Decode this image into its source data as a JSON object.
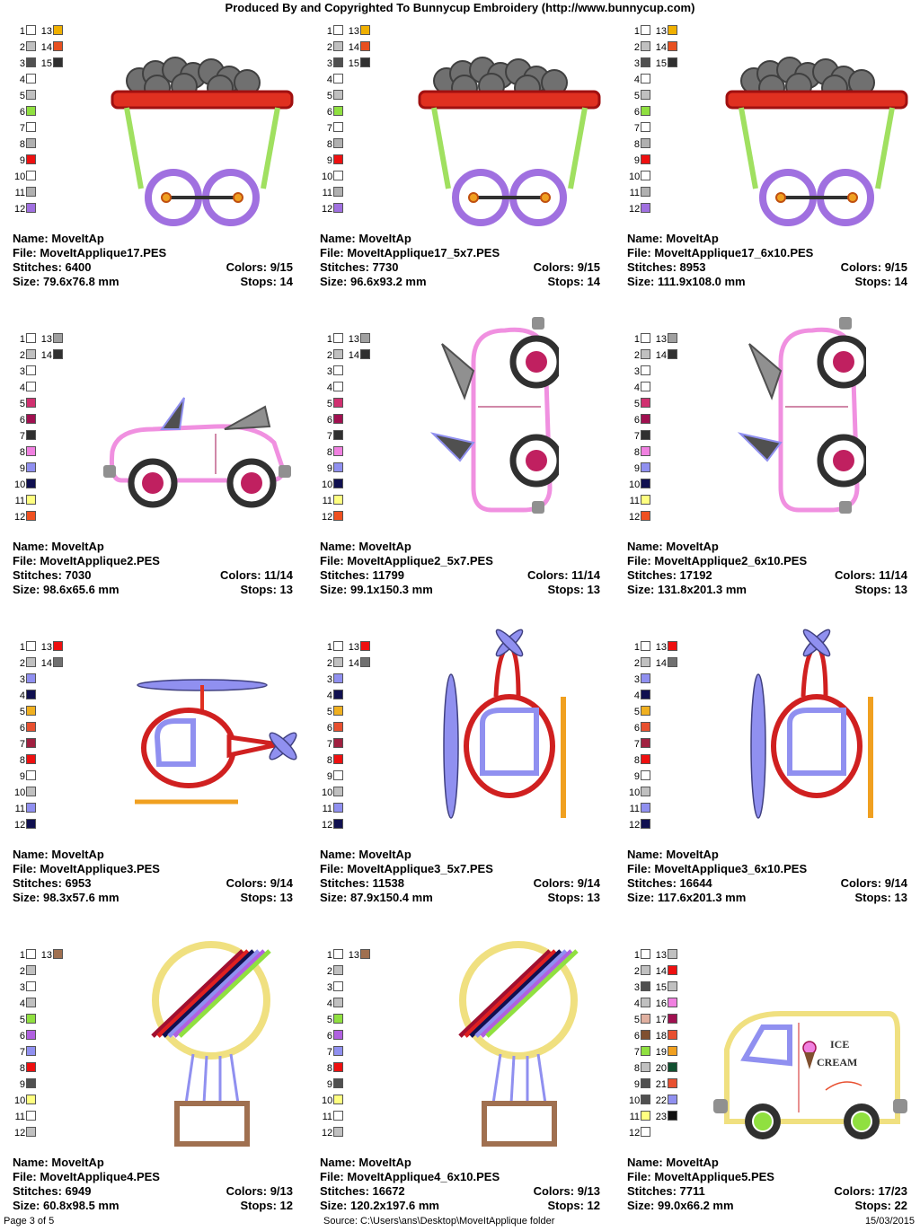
{
  "header": "Produced By and Copyrighted To Bunnycup Embroidery (http://www.bunnycup.com)",
  "labels": {
    "name": "Name:",
    "file": "File:",
    "stitches": "Stitches:",
    "size": "Size:",
    "colors": "Colors:",
    "stops": "Stops:"
  },
  "designs": [
    {
      "name": "MoveItAp",
      "file": "MoveItApplique17.PES",
      "stitches": "6400",
      "size": "79.6x76.8 mm",
      "colors": "9/15",
      "stops": "14",
      "art": "wagon",
      "swatches": [
        [
          "1",
          "#ffffff",
          "13",
          "#f0b000"
        ],
        [
          "2",
          "#c0c0c0",
          "14",
          "#e85020"
        ],
        [
          "3",
          "#505050",
          "15",
          "#303030"
        ],
        [
          "4",
          "#ffffff"
        ],
        [
          "5",
          "#c0c0c0"
        ],
        [
          "6",
          "#90e040"
        ],
        [
          "7",
          "#ffffff"
        ],
        [
          "8",
          "#b0b0b0"
        ],
        [
          "9",
          "#ee1010"
        ],
        [
          "10",
          "#ffffff"
        ],
        [
          "11",
          "#b0b0b0"
        ],
        [
          "12",
          "#a070e0"
        ]
      ]
    },
    {
      "name": "MoveItAp",
      "file": "MoveItApplique17_5x7.PES",
      "stitches": "7730",
      "size": "96.6x93.2 mm",
      "colors": "9/15",
      "stops": "14",
      "art": "wagon",
      "swatches": [
        [
          "1",
          "#ffffff",
          "13",
          "#f0b000"
        ],
        [
          "2",
          "#c0c0c0",
          "14",
          "#e85020"
        ],
        [
          "3",
          "#505050",
          "15",
          "#303030"
        ],
        [
          "4",
          "#ffffff"
        ],
        [
          "5",
          "#c0c0c0"
        ],
        [
          "6",
          "#90e040"
        ],
        [
          "7",
          "#ffffff"
        ],
        [
          "8",
          "#b0b0b0"
        ],
        [
          "9",
          "#ee1010"
        ],
        [
          "10",
          "#ffffff"
        ],
        [
          "11",
          "#b0b0b0"
        ],
        [
          "12",
          "#a070e0"
        ]
      ]
    },
    {
      "name": "MoveItAp",
      "file": "MoveItApplique17_6x10.PES",
      "stitches": "8953",
      "size": "111.9x108.0 mm",
      "colors": "9/15",
      "stops": "14",
      "art": "wagon",
      "swatches": [
        [
          "1",
          "#ffffff",
          "13",
          "#f0b000"
        ],
        [
          "2",
          "#c0c0c0",
          "14",
          "#e85020"
        ],
        [
          "3",
          "#505050",
          "15",
          "#303030"
        ],
        [
          "4",
          "#ffffff"
        ],
        [
          "5",
          "#c0c0c0"
        ],
        [
          "6",
          "#90e040"
        ],
        [
          "7",
          "#ffffff"
        ],
        [
          "8",
          "#b0b0b0"
        ],
        [
          "9",
          "#ee1010"
        ],
        [
          "10",
          "#ffffff"
        ],
        [
          "11",
          "#b0b0b0"
        ],
        [
          "12",
          "#a070e0"
        ]
      ]
    },
    {
      "name": "MoveItAp",
      "file": "MoveItApplique2.PES",
      "stitches": "7030",
      "size": "98.6x65.6 mm",
      "colors": "11/14",
      "stops": "13",
      "art": "car",
      "swatches": [
        [
          "1",
          "#ffffff",
          "13",
          "#a0a0a0"
        ],
        [
          "2",
          "#c0c0c0",
          "14",
          "#303030"
        ],
        [
          "3",
          "#ffffff"
        ],
        [
          "4",
          "#ffffff"
        ],
        [
          "5",
          "#d03070"
        ],
        [
          "6",
          "#a01050"
        ],
        [
          "7",
          "#303030"
        ],
        [
          "8",
          "#f080e0"
        ],
        [
          "9",
          "#9090f0"
        ],
        [
          "10",
          "#101050"
        ],
        [
          "11",
          "#ffff80"
        ],
        [
          "12",
          "#f05020"
        ]
      ]
    },
    {
      "name": "MoveItAp",
      "file": "MoveItApplique2_5x7.PES",
      "stitches": "11799",
      "size": "99.1x150.3 mm",
      "colors": "11/14",
      "stops": "13",
      "art": "carV",
      "swatches": [
        [
          "1",
          "#ffffff",
          "13",
          "#a0a0a0"
        ],
        [
          "2",
          "#c0c0c0",
          "14",
          "#303030"
        ],
        [
          "3",
          "#ffffff"
        ],
        [
          "4",
          "#ffffff"
        ],
        [
          "5",
          "#d03070"
        ],
        [
          "6",
          "#a01050"
        ],
        [
          "7",
          "#303030"
        ],
        [
          "8",
          "#f080e0"
        ],
        [
          "9",
          "#9090f0"
        ],
        [
          "10",
          "#101050"
        ],
        [
          "11",
          "#ffff80"
        ],
        [
          "12",
          "#f05020"
        ]
      ]
    },
    {
      "name": "MoveItAp",
      "file": "MoveItApplique2_6x10.PES",
      "stitches": "17192",
      "size": "131.8x201.3 mm",
      "colors": "11/14",
      "stops": "13",
      "art": "carV",
      "swatches": [
        [
          "1",
          "#ffffff",
          "13",
          "#a0a0a0"
        ],
        [
          "2",
          "#c0c0c0",
          "14",
          "#303030"
        ],
        [
          "3",
          "#ffffff"
        ],
        [
          "4",
          "#ffffff"
        ],
        [
          "5",
          "#d03070"
        ],
        [
          "6",
          "#a01050"
        ],
        [
          "7",
          "#303030"
        ],
        [
          "8",
          "#f080e0"
        ],
        [
          "9",
          "#9090f0"
        ],
        [
          "10",
          "#101050"
        ],
        [
          "11",
          "#ffff80"
        ],
        [
          "12",
          "#f05020"
        ]
      ]
    },
    {
      "name": "MoveItAp",
      "file": "MoveItApplique3.PES",
      "stitches": "6953",
      "size": "98.3x57.6 mm",
      "colors": "9/14",
      "stops": "13",
      "art": "heli",
      "swatches": [
        [
          "1",
          "#ffffff",
          "13",
          "#ee1010"
        ],
        [
          "2",
          "#c0c0c0",
          "14",
          "#707070"
        ],
        [
          "3",
          "#9090f0"
        ],
        [
          "4",
          "#101050"
        ],
        [
          "5",
          "#f0b020"
        ],
        [
          "6",
          "#e85030"
        ],
        [
          "7",
          "#a02040"
        ],
        [
          "8",
          "#ee1010"
        ],
        [
          "9",
          "#ffffff"
        ],
        [
          "10",
          "#c0c0c0"
        ],
        [
          "11",
          "#9090f0"
        ],
        [
          "12",
          "#101050"
        ]
      ]
    },
    {
      "name": "MoveItAp",
      "file": "MoveItApplique3_5x7.PES",
      "stitches": "11538",
      "size": "87.9x150.4 mm",
      "colors": "9/14",
      "stops": "13",
      "art": "heliV",
      "swatches": [
        [
          "1",
          "#ffffff",
          "13",
          "#ee1010"
        ],
        [
          "2",
          "#c0c0c0",
          "14",
          "#707070"
        ],
        [
          "3",
          "#9090f0"
        ],
        [
          "4",
          "#101050"
        ],
        [
          "5",
          "#f0b020"
        ],
        [
          "6",
          "#e85030"
        ],
        [
          "7",
          "#a02040"
        ],
        [
          "8",
          "#ee1010"
        ],
        [
          "9",
          "#ffffff"
        ],
        [
          "10",
          "#c0c0c0"
        ],
        [
          "11",
          "#9090f0"
        ],
        [
          "12",
          "#101050"
        ]
      ]
    },
    {
      "name": "MoveItAp",
      "file": "MoveItApplique3_6x10.PES",
      "stitches": "16644",
      "size": "117.6x201.3 mm",
      "colors": "9/14",
      "stops": "13",
      "art": "heliV",
      "swatches": [
        [
          "1",
          "#ffffff",
          "13",
          "#ee1010"
        ],
        [
          "2",
          "#c0c0c0",
          "14",
          "#707070"
        ],
        [
          "3",
          "#9090f0"
        ],
        [
          "4",
          "#101050"
        ],
        [
          "5",
          "#f0b020"
        ],
        [
          "6",
          "#e85030"
        ],
        [
          "7",
          "#a02040"
        ],
        [
          "8",
          "#ee1010"
        ],
        [
          "9",
          "#ffffff"
        ],
        [
          "10",
          "#c0c0c0"
        ],
        [
          "11",
          "#9090f0"
        ],
        [
          "12",
          "#101050"
        ]
      ]
    },
    {
      "name": "MoveItAp",
      "file": "MoveItApplique4.PES",
      "stitches": "6949",
      "size": "60.8x98.5 mm",
      "colors": "9/13",
      "stops": "12",
      "art": "balloon",
      "swatches": [
        [
          "1",
          "#ffffff",
          "13",
          "#a07050"
        ],
        [
          "2",
          "#c0c0c0"
        ],
        [
          "3",
          "#ffffff"
        ],
        [
          "4",
          "#c0c0c0"
        ],
        [
          "5",
          "#90e040"
        ],
        [
          "6",
          "#b060e0"
        ],
        [
          "7",
          "#9090f0"
        ],
        [
          "8",
          "#ee1010"
        ],
        [
          "9",
          "#505050"
        ],
        [
          "10",
          "#ffff80"
        ],
        [
          "11",
          "#ffffff"
        ],
        [
          "12",
          "#c0c0c0"
        ]
      ]
    },
    {
      "name": "MoveItAp",
      "file": "MoveItApplique4_6x10.PES",
      "stitches": "16672",
      "size": "120.2x197.6 mm",
      "colors": "9/13",
      "stops": "12",
      "art": "balloon",
      "swatches": [
        [
          "1",
          "#ffffff",
          "13",
          "#a07050"
        ],
        [
          "2",
          "#c0c0c0"
        ],
        [
          "3",
          "#ffffff"
        ],
        [
          "4",
          "#c0c0c0"
        ],
        [
          "5",
          "#90e040"
        ],
        [
          "6",
          "#b060e0"
        ],
        [
          "7",
          "#9090f0"
        ],
        [
          "8",
          "#ee1010"
        ],
        [
          "9",
          "#505050"
        ],
        [
          "10",
          "#ffff80"
        ],
        [
          "11",
          "#ffffff"
        ],
        [
          "12",
          "#c0c0c0"
        ]
      ]
    },
    {
      "name": "MoveItAp",
      "file": "MoveItApplique5.PES",
      "stitches": "7711",
      "size": "99.0x66.2 mm",
      "colors": "17/23",
      "stops": "22",
      "art": "icecream",
      "art_text": [
        "ICE",
        "CREAM"
      ],
      "swatches": [
        [
          "1",
          "#ffffff",
          "13",
          "#c0c0c0"
        ],
        [
          "2",
          "#c0c0c0",
          "14",
          "#ee1010"
        ],
        [
          "3",
          "#505050",
          "15",
          "#c0c0c0"
        ],
        [
          "4",
          "#c0c0c0",
          "16",
          "#f080e0"
        ],
        [
          "5",
          "#e0b0a0",
          "17",
          "#a01050"
        ],
        [
          "6",
          "#805030",
          "18",
          "#e85030"
        ],
        [
          "7",
          "#90e040",
          "19",
          "#f0a020"
        ],
        [
          "8",
          "#c0c0c0",
          "20",
          "#105030"
        ],
        [
          "9",
          "#505050",
          "21",
          "#e85030"
        ],
        [
          "10",
          "#505050",
          "22",
          "#9090f0"
        ],
        [
          "11",
          "#ffff80",
          "23",
          "#101010"
        ],
        [
          "12",
          "#ffffff"
        ]
      ]
    }
  ],
  "footer": {
    "page": "Page 3 of 5",
    "source": "Source: C:\\Users\\ans\\Desktop\\MoveItApplique folder",
    "date": "15/03/2015"
  }
}
